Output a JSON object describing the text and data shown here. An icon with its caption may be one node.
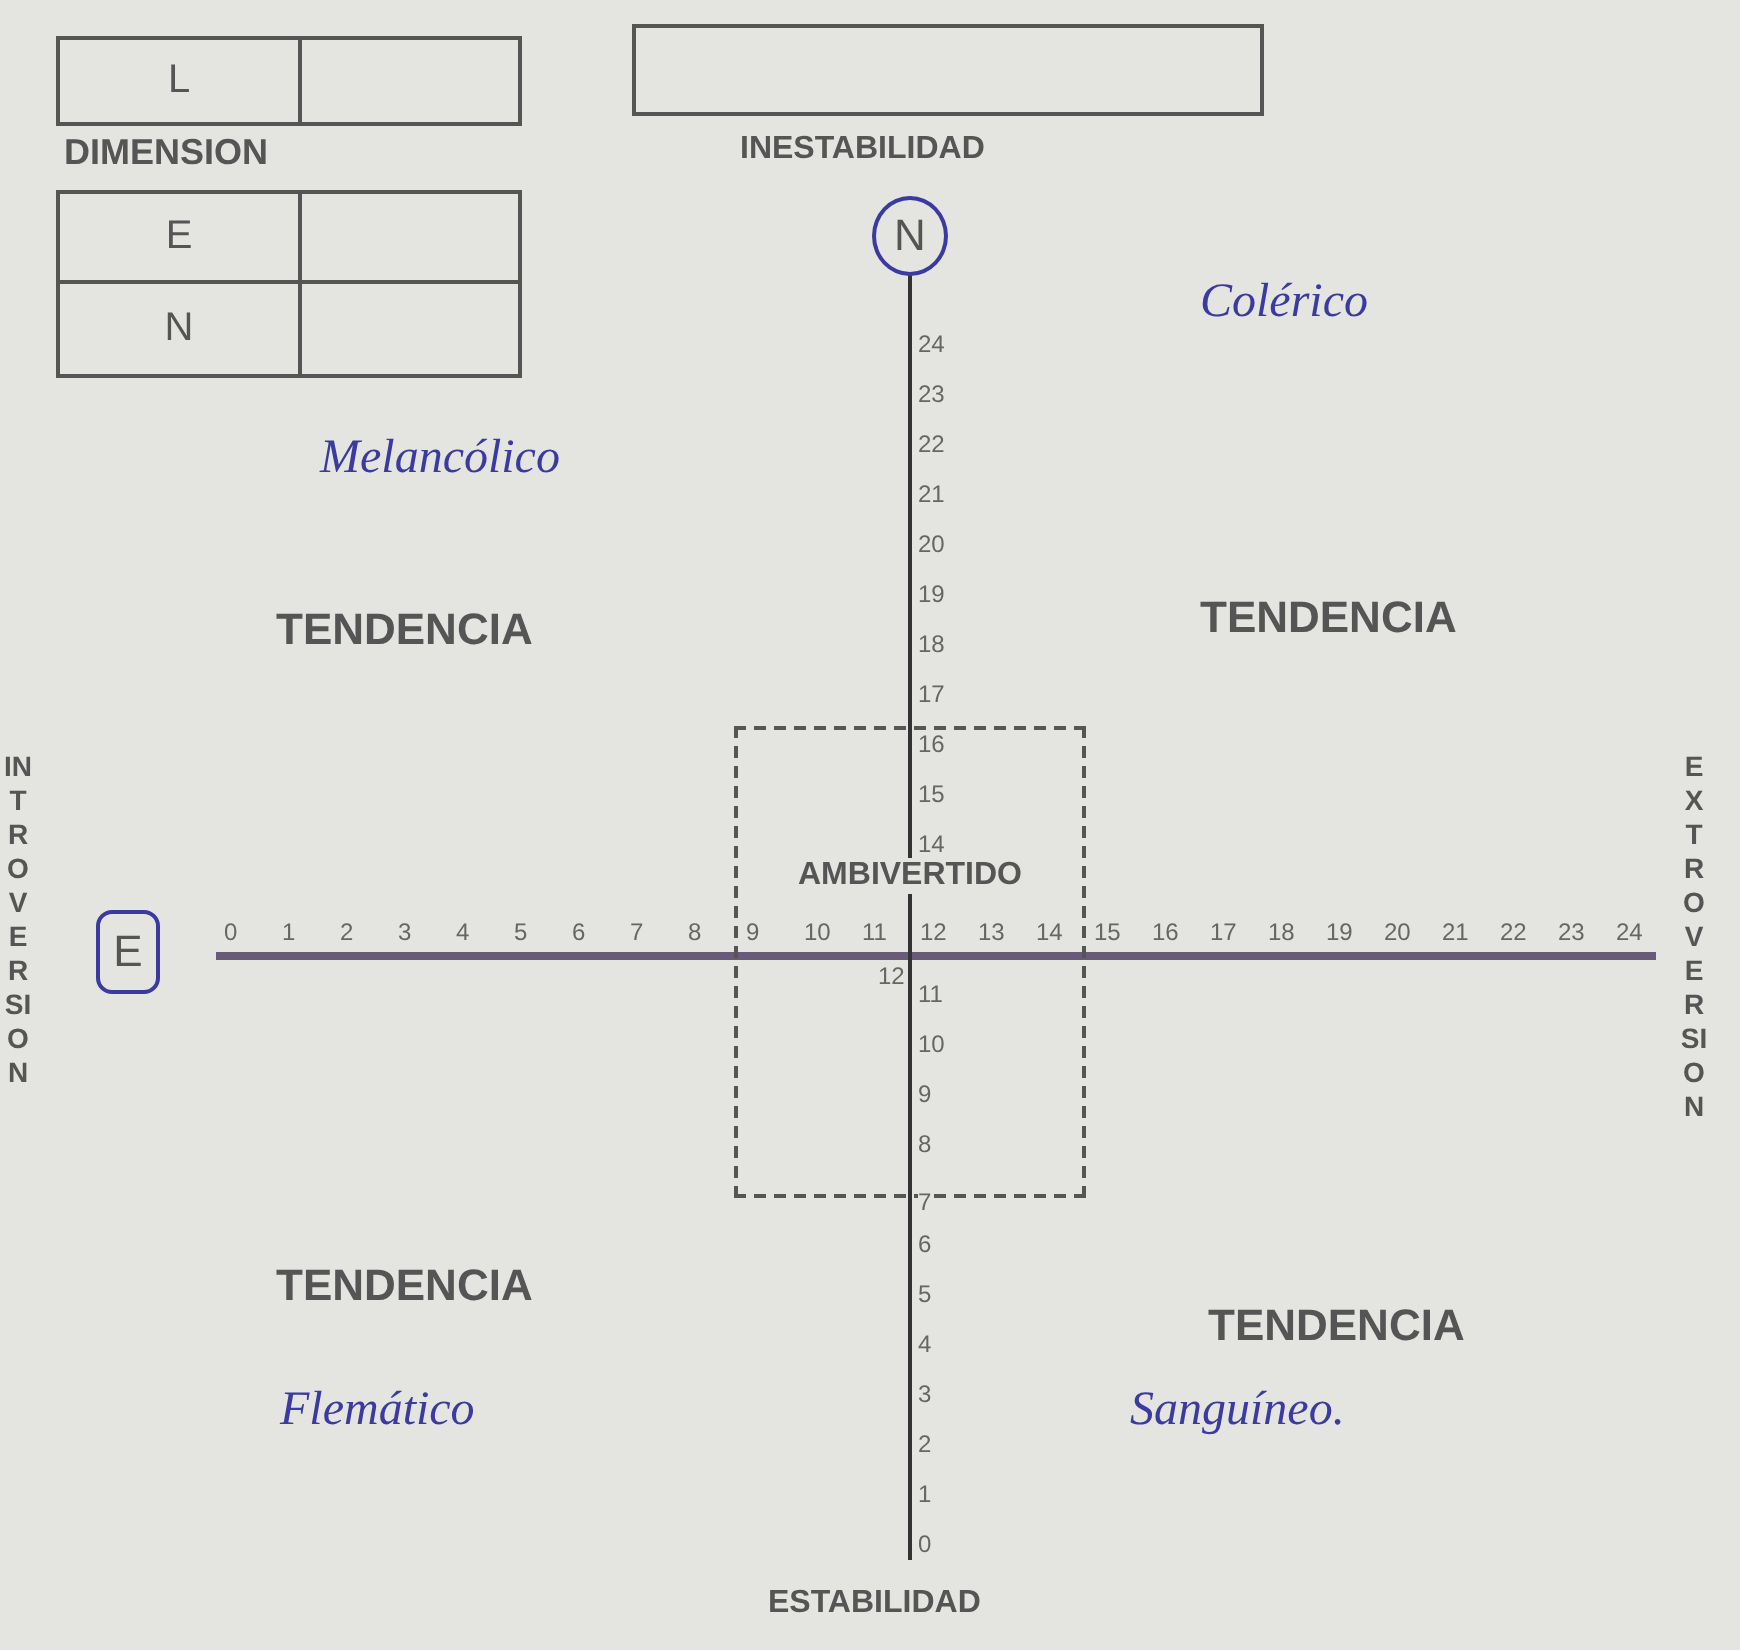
{
  "diagram": {
    "nodes": [
      {
        "text": [
          "L"
        ]
      },
      {
        "text": [],
        "shape": "box"
      },
      {
        "text": [
          "E"
        ]
      },
      {
        "text": [],
        "shape": "box"
      },
      {
        "text": [
          "N"
        ]
      },
      {
        "text": [],
        "shape": "box"
      },
      {
        "text": [],
        "shape": "box"
      },
      {
        "text": [
          "N"
        ]
      },
      {
        "text": [
          "E"
        ]
      },
      {
        "text": [
          "AMBIVERTIDO"
        ]
      }
    ],
    "labels": [
      "DIMENSION",
      "INESTABILIDAD",
      "Colérico",
      "Melancólico",
      "TENDENCIA",
      "TENDENCIA",
      "INTROVERSION",
      "EXTROVERSION",
      "TENDENCIA",
      "TENDENCIA",
      "Flemático",
      "Sanguíneo.",
      "ESTABILIDAD",
      "0",
      "1",
      "2",
      "3",
      "4",
      "5",
      "6",
      "7",
      "8",
      "9",
      "10",
      "11",
      "12",
      "13",
      "14",
      "15",
      "16",
      "17",
      "18",
      "19",
      "20",
      "21",
      "22",
      "23",
      "24",
      "24",
      "23",
      "22",
      "21",
      "20",
      "19",
      "18",
      "17",
      "16",
      "15",
      "14",
      "12",
      "11",
      "10",
      "9",
      "8",
      "7",
      "6",
      "5",
      "4",
      "3",
      "2",
      "1",
      "0"
    ]
  }
}
